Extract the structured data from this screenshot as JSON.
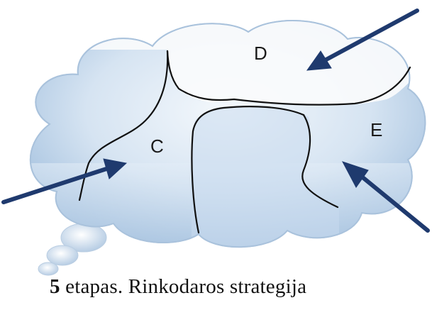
{
  "diagram": {
    "regions": [
      {
        "id": "D",
        "label": "D"
      },
      {
        "id": "C",
        "label": "C"
      },
      {
        "id": "E",
        "label": "E"
      }
    ],
    "colors": {
      "cloud_light": "#f7fbff",
      "cloud_mid": "#cfe0f1",
      "cloud_dark": "#8fb2d6",
      "region_d": "#fafbfc",
      "arrow": "#1f3a6e",
      "divider": "#111111"
    }
  },
  "caption": {
    "number": "5",
    "text": "etapas. Rinkodaros strategija"
  }
}
